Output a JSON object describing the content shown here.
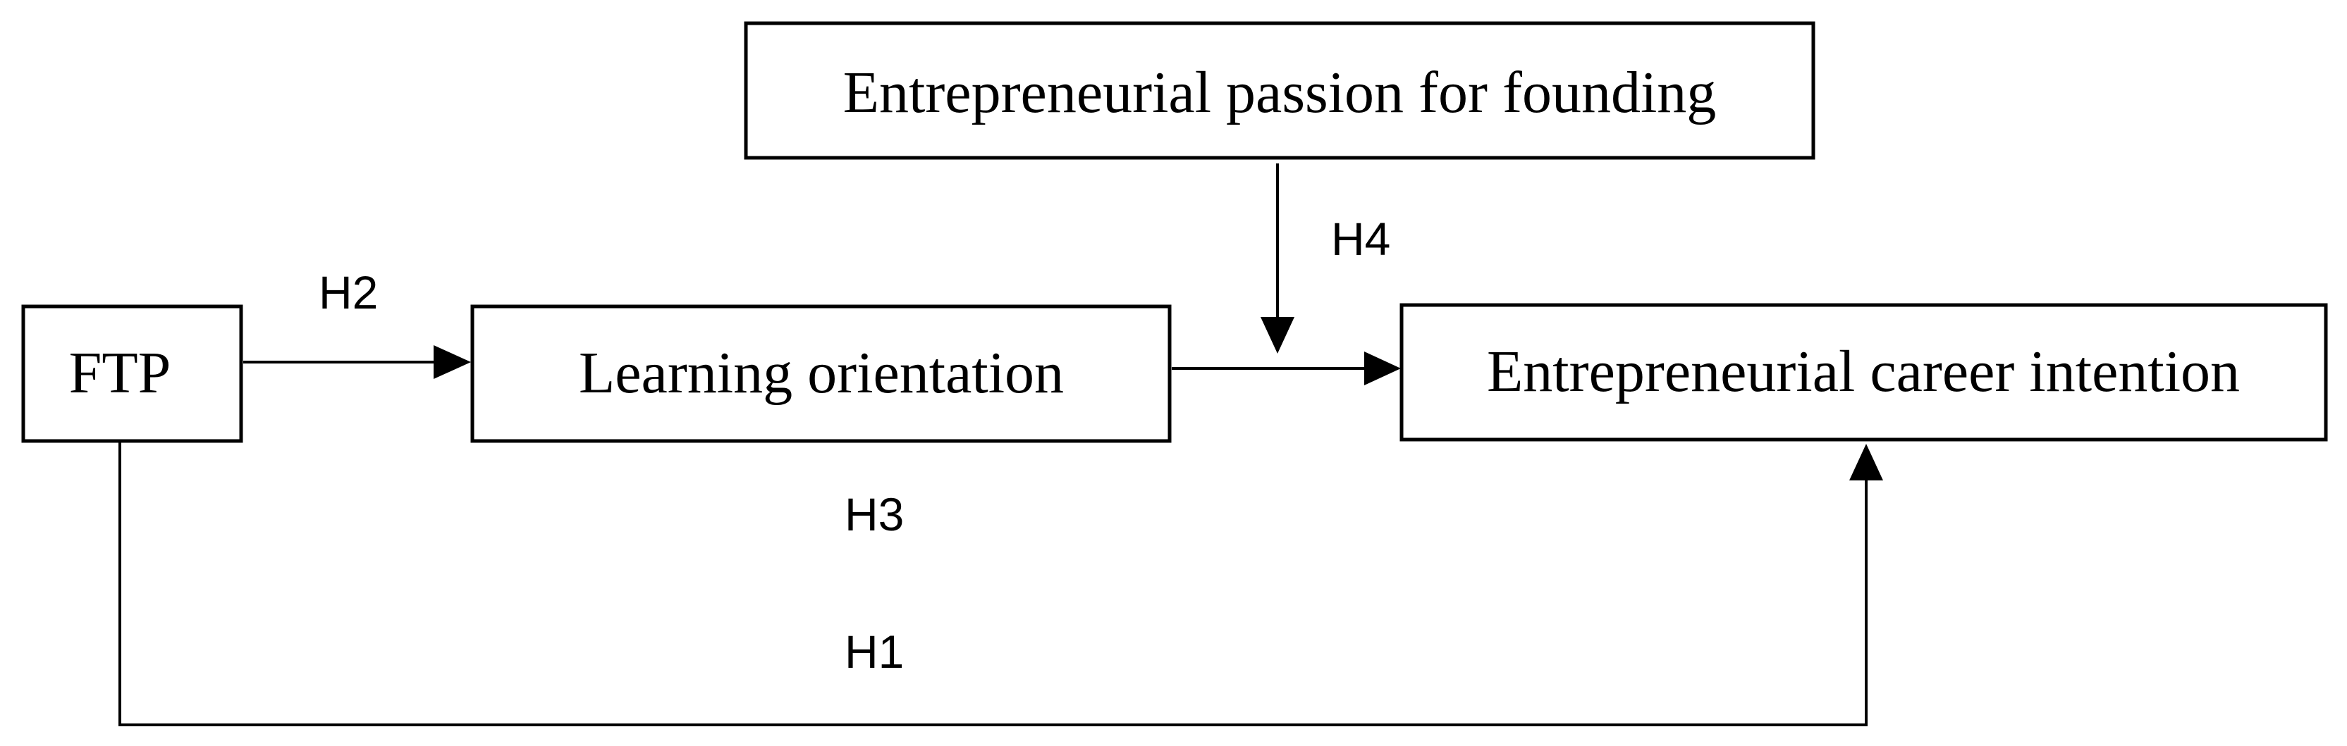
{
  "nodes": {
    "passion": {
      "label": "Entrepreneurial passion for founding"
    },
    "ftp": {
      "label": "FTP"
    },
    "learning": {
      "label": "Learning orientation"
    },
    "intention": {
      "label": "Entrepreneurial career intention"
    }
  },
  "hypotheses": {
    "h1": "H1",
    "h2": "H2",
    "h3": "H3",
    "h4": "H4"
  },
  "edges": [
    {
      "from": "ftp",
      "to": "learning",
      "hypothesis": "H2"
    },
    {
      "from": "learning",
      "to": "intention",
      "hypothesis": "H3"
    },
    {
      "from": "passion",
      "to": "learning-intention-path",
      "hypothesis": "H4"
    },
    {
      "from": "ftp",
      "to": "intention",
      "hypothesis": "H1"
    }
  ],
  "colors": {
    "line": "#000000",
    "background": "#ffffff"
  }
}
